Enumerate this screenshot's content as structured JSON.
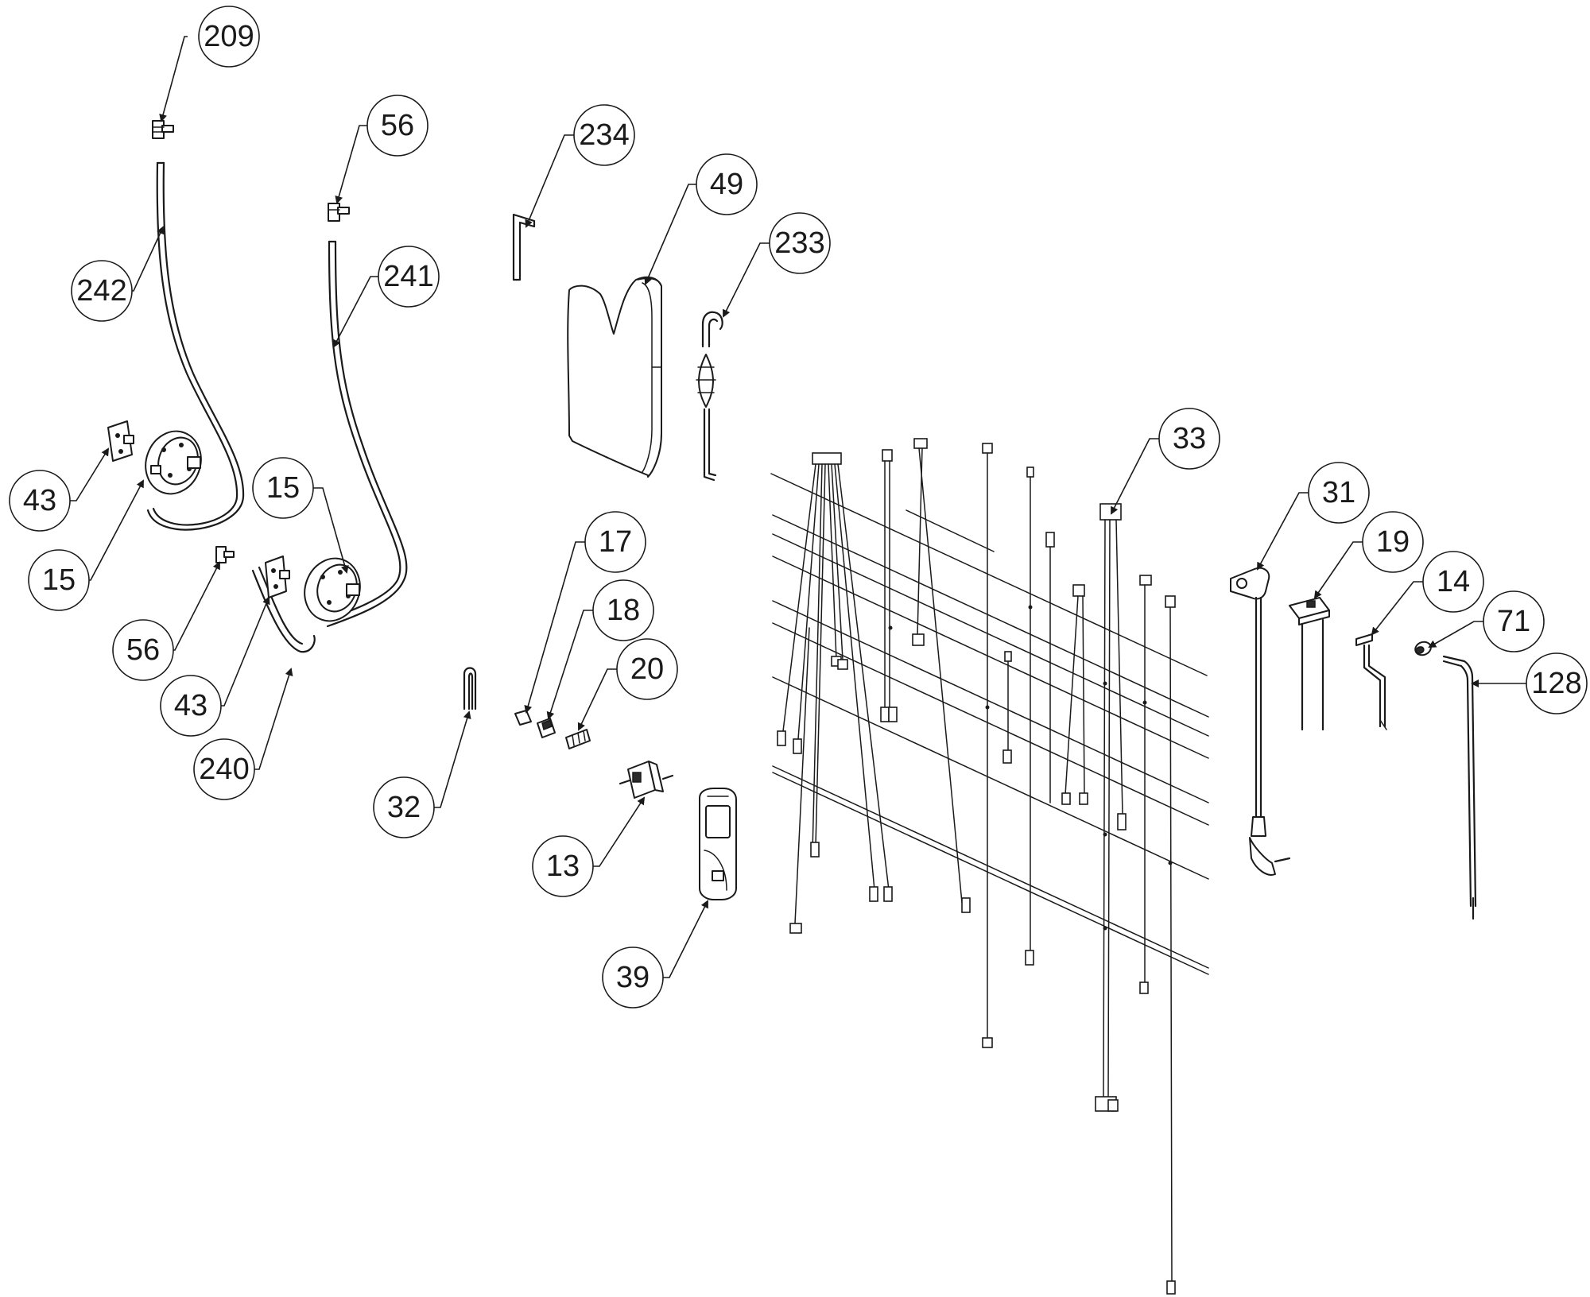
{
  "callouts": [
    {
      "label": "209"
    },
    {
      "label": "56"
    },
    {
      "label": "234"
    },
    {
      "label": "49"
    },
    {
      "label": "233"
    },
    {
      "label": "242"
    },
    {
      "label": "241"
    },
    {
      "label": "43"
    },
    {
      "label": "15"
    },
    {
      "label": "15"
    },
    {
      "label": "56"
    },
    {
      "label": "43"
    },
    {
      "label": "240"
    },
    {
      "label": "33"
    },
    {
      "label": "31"
    },
    {
      "label": "19"
    },
    {
      "label": "14"
    },
    {
      "label": "71"
    },
    {
      "label": "128"
    },
    {
      "label": "17"
    },
    {
      "label": "18"
    },
    {
      "label": "20"
    },
    {
      "label": "32"
    },
    {
      "label": "13"
    },
    {
      "label": "39"
    }
  ]
}
